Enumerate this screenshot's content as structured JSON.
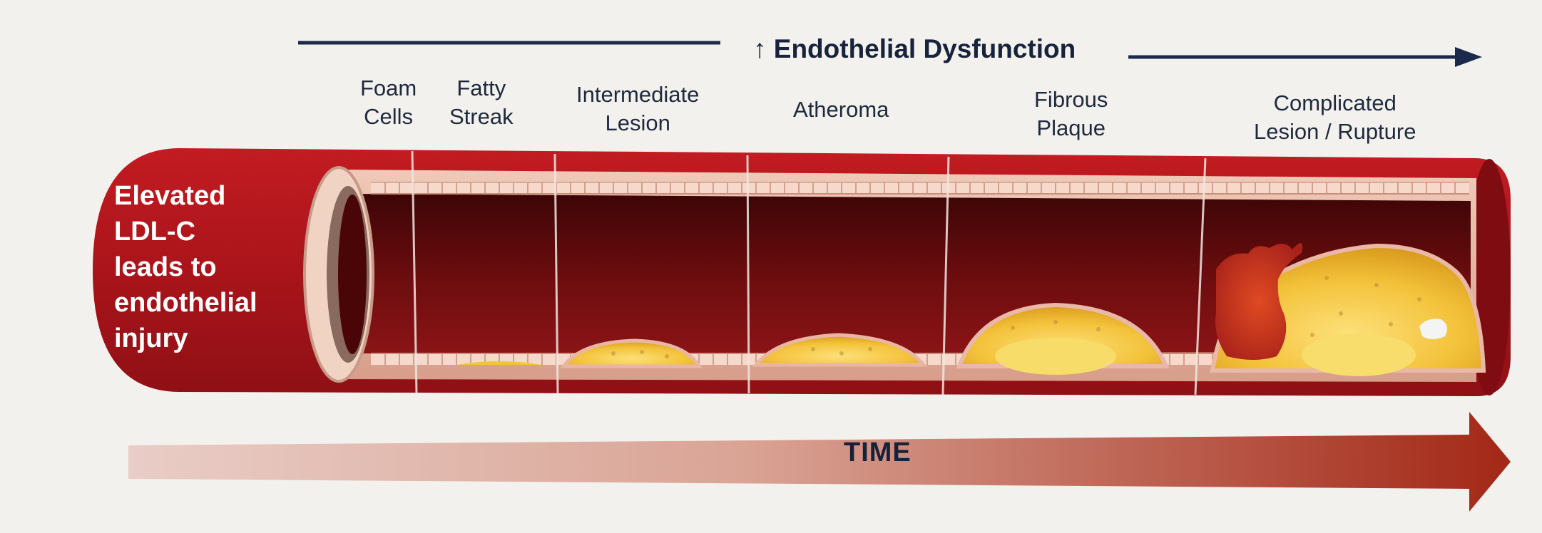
{
  "header": {
    "arrow_glyph": "↑",
    "title": "Endothelial Dysfunction"
  },
  "stages": [
    {
      "line1": "Foam",
      "line2": "Cells"
    },
    {
      "line1": "Fatty",
      "line2": "Streak"
    },
    {
      "line1": "Intermediate",
      "line2": "Lesion"
    },
    {
      "line1": "Atheroma",
      "line2": ""
    },
    {
      "line1": "Fibrous",
      "line2": "Plaque"
    },
    {
      "line1": "Complicated",
      "line2": "Lesion / Rupture"
    }
  ],
  "left_panel": {
    "lines": [
      "Elevated",
      "LDL-C",
      "leads to",
      "endothelial",
      "injury"
    ]
  },
  "time_axis": {
    "label": "TIME"
  },
  "colors": {
    "artery_red": "#b3161d",
    "lumen_dark": "#5a0b0c",
    "plaque_yellow": "#f2c232",
    "navy_arrow": "#1b2a4a",
    "time_arrow_start": "#e8c9c2",
    "time_arrow_end": "#9c2214"
  }
}
